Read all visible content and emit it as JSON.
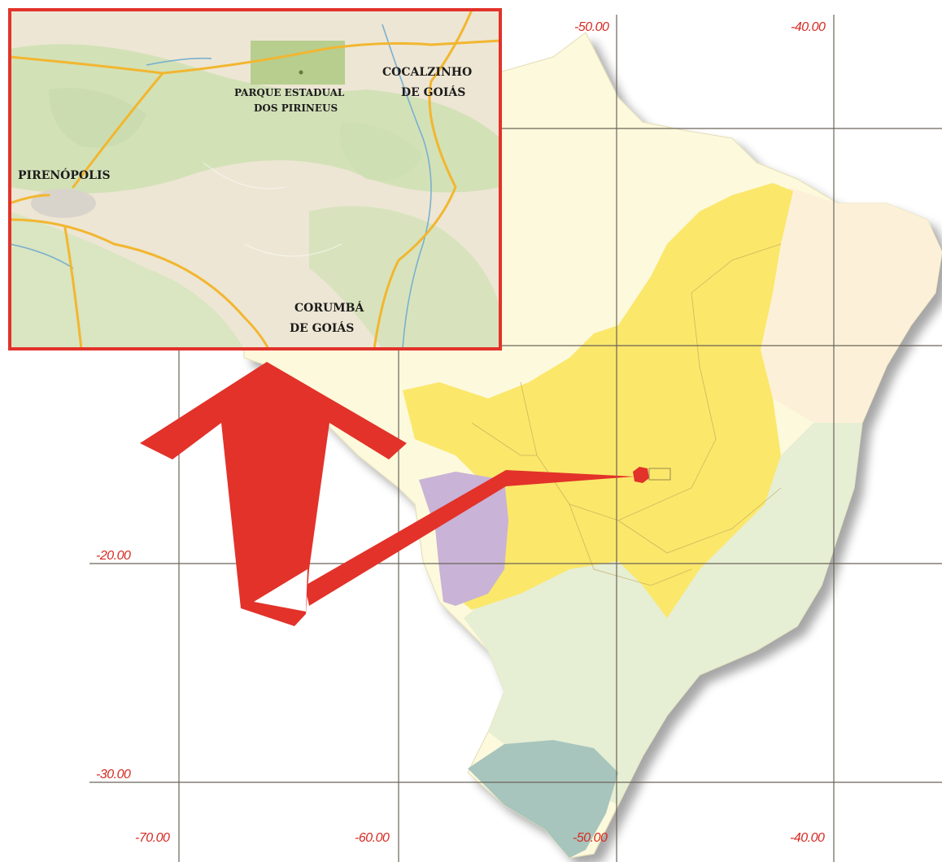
{
  "map": {
    "graticule": {
      "longitude_labels_top": [
        "-50.00",
        "-40.00"
      ],
      "longitude_labels_bottom": [
        "-70.00",
        "-60.00",
        "-50.00",
        "-40.00"
      ],
      "latitude_labels": [
        "-20.00",
        "-30.00"
      ]
    },
    "inset": {
      "places": {
        "cocalzinho_line1": "COCALZINHO",
        "cocalzinho_line2": "DE GOIÁS",
        "parque_line1": "PARQUE ESTADUAL",
        "parque_line2": "DOS PIRINEUS",
        "pirenopolis": "PIRENÓPOLIS",
        "corumba_line1": "CORUMBÁ",
        "corumba_line2": "DE GOIÁS"
      }
    },
    "colors": {
      "amazonia": "#fdf9dc",
      "cerrado": "#fbe76a",
      "caatinga": "#fcf1d8",
      "mata_atlantica": "#e6eed3",
      "pantanal": "#c9b3d6",
      "pampa": "#a7c5bd",
      "highlight": "#e2322a",
      "grid": "#6b6459"
    }
  }
}
